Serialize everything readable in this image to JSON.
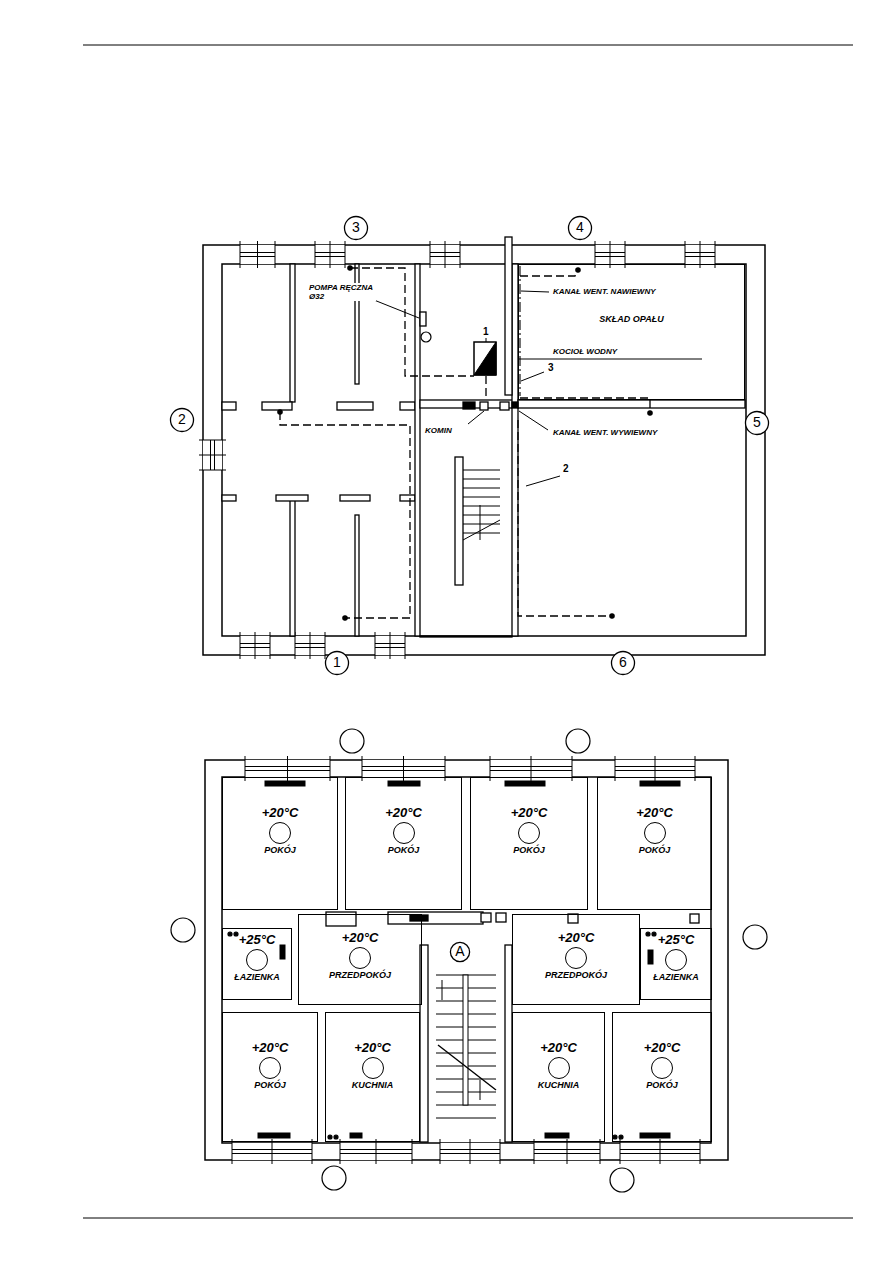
{
  "diagram": {
    "nodes": [
      {
        "text": [
          "3"
        ]
      },
      {
        "text": [
          "4"
        ]
      },
      {
        "text": [
          "2"
        ]
      },
      {
        "text": [
          "SKŁAD OPAŁU"
        ]
      },
      {
        "text": [
          "5"
        ]
      },
      {
        "text": [
          "1"
        ]
      },
      {
        "text": [
          "6"
        ]
      },
      {
        "text": [
          "+20°C",
          "POKÓJ"
        ]
      },
      {
        "text": [
          "+20°C",
          "POKÓJ"
        ]
      },
      {
        "text": [
          "+20°C",
          "POKÓJ"
        ]
      },
      {
        "text": [
          "+20°C",
          "POKÓJ"
        ]
      },
      {
        "text": [
          "+25°C",
          "ŁAZIENKA"
        ]
      },
      {
        "text": [
          "+20°C",
          "PRZEDPOKÓJ"
        ]
      },
      {
        "text": [
          "A"
        ]
      },
      {
        "text": [
          "+20°C",
          "PRZEDPOKÓJ"
        ]
      },
      {
        "text": [
          "+25°C",
          "ŁAZIENKA"
        ]
      },
      {
        "text": [
          "+20°C",
          "POKÓJ"
        ]
      },
      {
        "text": [
          "+20°C",
          "KUCHNIA"
        ]
      },
      {
        "text": [
          "+20°C",
          "KUCHNIA"
        ]
      },
      {
        "text": [
          "+20°C",
          "POKÓJ"
        ]
      }
    ],
    "labels": [
      "POMPA RĘCZNA Ø32",
      "KANAŁ WENT. NAWIEWNY",
      "KOCIOŁ WODNY",
      "KOMIN",
      "KANAŁ WENT. WYWIEWNY",
      "1",
      "2",
      "3"
    ]
  }
}
